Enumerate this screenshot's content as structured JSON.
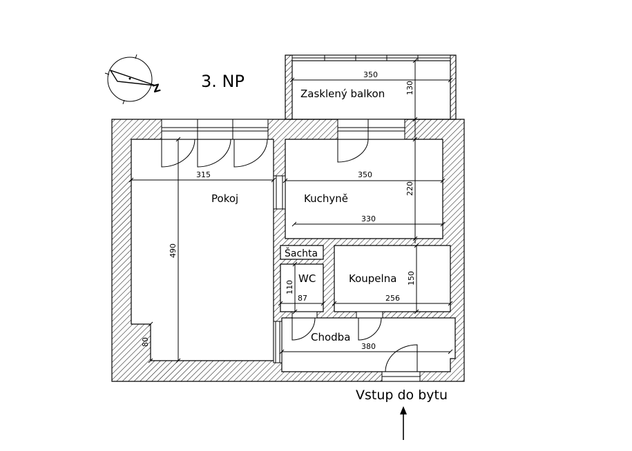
{
  "title": "3. NP",
  "entrance_label": "Vstup do bytu",
  "compass_letter": "Z",
  "rooms": {
    "balcony": "Zasklený balkon",
    "room": "Pokoj",
    "kitchen": "Kuchyně",
    "shaft": "Šachta",
    "wc": "WC",
    "bathroom": "Koupelna",
    "hallway": "Chodba"
  },
  "dimensions": {
    "balcony_width": "350",
    "balcony_depth": "130",
    "room_width": "315",
    "room_length": "490",
    "room_niche": "80",
    "kitchen_width_top": "350",
    "kitchen_width_bottom": "330",
    "kitchen_depth": "220",
    "wc_depth": "110",
    "wc_width": "87",
    "bathroom_width": "256",
    "bathroom_depth": "150",
    "hallway_length": "380"
  },
  "colors": {
    "wall_hatch": "#000000",
    "background": "#ffffff"
  }
}
